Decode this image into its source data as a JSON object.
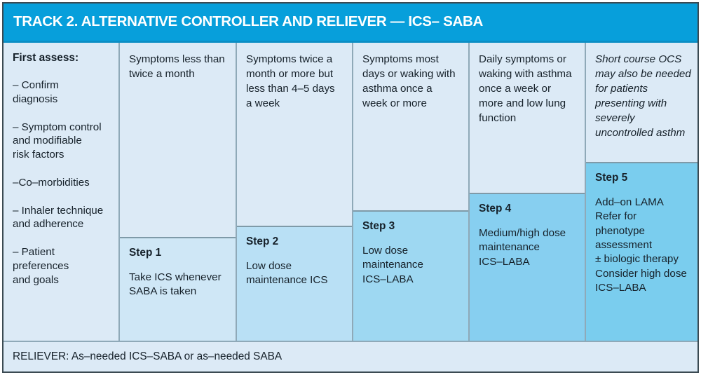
{
  "header": {
    "title": "TRACK 2. ALTERNATIVE CONTROLLER AND RELIEVER — ICS– SABA",
    "background_color": "#079fdb",
    "text_color": "#ffffff"
  },
  "colors": {
    "panel_background": "#dceaf6",
    "frame_border": "#3b4a52",
    "divider": "#8fa9b8",
    "step1_fill": "#cfe7f6",
    "step2_fill": "#b9e0f5",
    "step3_fill": "#9ed8f2",
    "step4_fill": "#87cff0",
    "step5_fill": "#7acdee",
    "text": "#16212a"
  },
  "assess": {
    "title": "First assess:",
    "items": [
      "– Confirm\n   diagnosis",
      "– Symptom control\n   and modifiable\n   risk factors",
      "–Co–morbidities",
      "– Inhaler technique\n   and adherence",
      "– Patient\n   preferences\n   and goals"
    ]
  },
  "columns": [
    {
      "criteria": "Symptoms less than twice a month",
      "criteria_italic": false,
      "step_label": "Step 1",
      "step_text": "Take ICS whenever SABA is taken"
    },
    {
      "criteria": "Symptoms twice a month or more but less than 4–5 days a week",
      "criteria_italic": false,
      "step_label": "Step 2",
      "step_text": "Low dose\nmaintenance ICS"
    },
    {
      "criteria": "Symptoms most days or waking with asthma once a week or more",
      "criteria_italic": false,
      "step_label": "Step 3",
      "step_text": "Low dose\nmaintenance\nICS–LABA"
    },
    {
      "criteria": "Daily symptoms or waking with asthma once a week or more and low lung function",
      "criteria_italic": false,
      "step_label": "Step 4",
      "step_text": "Medium/high dose\nmaintenance\nICS–LABA"
    },
    {
      "criteria": "Short course OCS may also be needed for patients presenting with severely uncontrolled asthm",
      "criteria_italic": true,
      "step_label": "Step 5",
      "step_text": "Add–on LAMA\nRefer for\nphenotype\nassessment\n± biologic therapy\nConsider high dose\nICS–LABA"
    }
  ],
  "footer": {
    "text": "RELIEVER: As–needed ICS–SABA or as–needed SABA"
  }
}
